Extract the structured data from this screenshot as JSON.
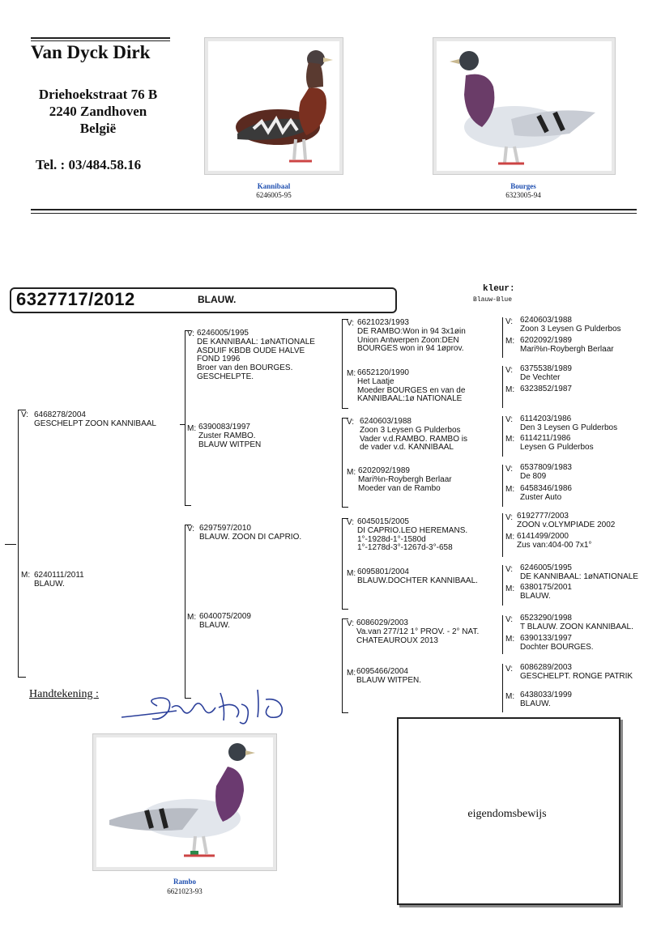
{
  "owner": {
    "name": "Van Dyck Dirk",
    "street": "Driehoekstraat 76 B",
    "city": "2240 Zandhoven",
    "country": "België",
    "phone": "Tel. : 03/484.58.16"
  },
  "header_photos": [
    {
      "name": "Kannibaal",
      "ring": "6246005-95"
    },
    {
      "name": "Bourges",
      "ring": "6323005-94"
    }
  ],
  "subject": {
    "ring": "6327717/2012",
    "color": "BLAUW.",
    "kleur_label": "kleur:",
    "kleur_value": "Blauw-Blue"
  },
  "pedigree": {
    "sire": {
      "tag": "V:",
      "text": "6468278/2004\nGESCHELPT ZOON KANNIBAAL"
    },
    "dam": {
      "tag": "M:",
      "text": "6240111/2011\nBLAUW."
    },
    "gen2": [
      {
        "tag": "V:",
        "text": "6246005/1995\nDE KANNIBAAL: 1øNATIONALE\nASDUIF KBDB OUDE HALVE\nFOND 1996\nBroer van den BOURGES.\nGESCHELPTE."
      },
      {
        "tag": "M:",
        "text": "6390083/1997\nZuster RAMBO.\nBLAUW WITPEN"
      },
      {
        "tag": "V:",
        "text": "6297597/2010\nBLAUW. ZOON DI CAPRIO."
      },
      {
        "tag": "M:",
        "text": "6040075/2009\nBLAUW."
      }
    ],
    "gen3": [
      {
        "tag": "V:",
        "text": "6621023/1993\nDE RAMBO:Won in 94 3x1øin\nUnion Antwerpen Zoon:DEN\nBOURGES won in 94 1øprov."
      },
      {
        "tag": "M:",
        "text": "6652120/1990\nHet Laatje\nMoeder BOURGES en van de\nKANNIBAAL:1ø NATIONALE"
      },
      {
        "tag": "V:",
        "text": "6240603/1988\nZoon 3 Leysen G Pulderbos\nVader v.d.RAMBO. RAMBO is\nde vader v.d. KANNIBAAL"
      },
      {
        "tag": "M:",
        "text": "6202092/1989\nMari%n-Roybergh Berlaar\nMoeder van de Rambo"
      },
      {
        "tag": "V:",
        "text": "6045015/2005\nDI CAPRIO.LEO HEREMANS.\n1°-1928d-1°-1580d\n1°-1278d-3°-1267d-3°-658"
      },
      {
        "tag": "M:",
        "text": "6095801/2004\nBLAUW.DOCHTER KANNIBAAL."
      },
      {
        "tag": "V:",
        "text": "6086029/2003\nVa.van 277/12 1° PROV. - 2° NAT.\nCHATEAUROUX 2013"
      },
      {
        "tag": "M:",
        "text": "6095466/2004\nBLAUW WITPEN."
      }
    ],
    "gen4": [
      {
        "v": "6240603/1988\nZoon 3 Leysen G Pulderbos",
        "m": "6202092/1989\nMari%n-Roybergh Berlaar"
      },
      {
        "v": "6375538/1989\nDe Vechter",
        "m": "6323852/1987"
      },
      {
        "v": "6114203/1986\nDen 3 Leysen G Pulderbos",
        "m": "6114211/1986\nLeysen G Pulderbos"
      },
      {
        "v": "6537809/1983\nDe 809",
        "m": "6458346/1986\nZuster Auto"
      },
      {
        "v": "6192777/2003\nZOON v.OLYMPIADE 2002",
        "m": "6141499/2000\nZus van:404-00 7x1°"
      },
      {
        "v": "6246005/1995\nDE KANNIBAAL: 1øNATIONALE",
        "m": "6380175/2001\nBLAUW."
      },
      {
        "v": "6523290/1998\nT BLAUW. ZOON KANNIBAAL.",
        "m": "6390133/1997\nDochter BOURGES."
      },
      {
        "v": "6086289/2003\nGESCHELPT. RONGE PATRIK",
        "m": "6438033/1999\nBLAUW."
      }
    ]
  },
  "signature": {
    "label": "Handtekening :"
  },
  "bottom_photo": {
    "name": "Rambo",
    "ring": "6621023-93"
  },
  "certificate": {
    "label": "eigendomsbewijs"
  }
}
